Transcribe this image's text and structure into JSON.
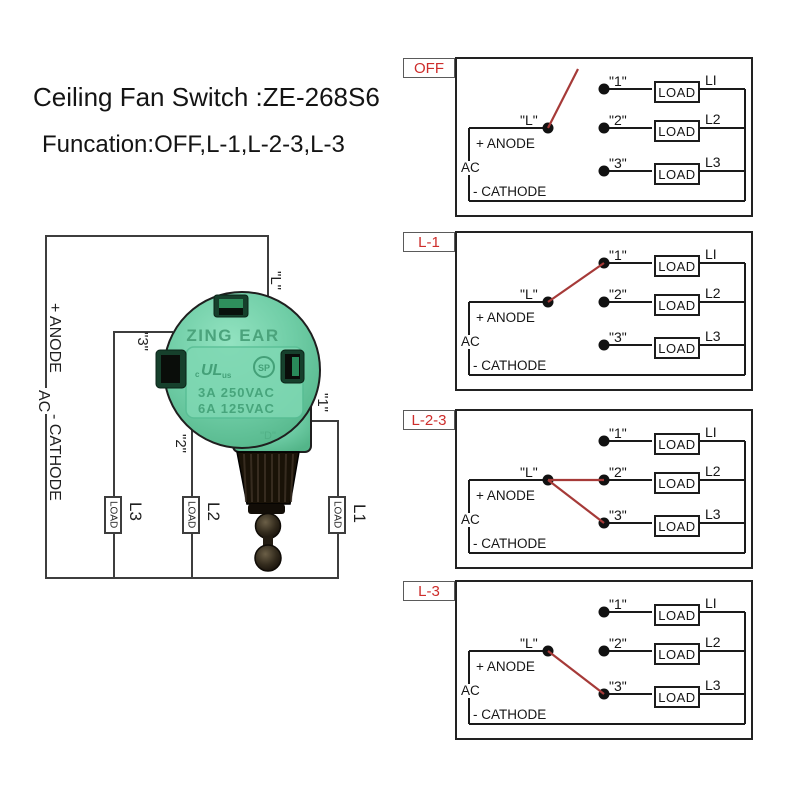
{
  "header": {
    "title": "Ceiling Fan Switch :ZE-268S6",
    "subtitle": "Funcation:OFF,L-1,L-2-3,L-3"
  },
  "colors": {
    "label_red": "#cd2d2b",
    "arm_red": "#a63a38",
    "panel_wire": "#1a1a1a",
    "diagram_wire": "#3d3d3d",
    "switch_body_green": "#6fcda6"
  },
  "panel_template": {
    "l_label": "\"L\"",
    "t1": "\"1\"",
    "t2": "\"2\"",
    "t3": "\"3\"",
    "anode": "+ ANODE",
    "ac": "AC",
    "cathode": "- CATHODE",
    "load": "LOAD",
    "out1": "LI",
    "out2": "L2",
    "out3": "L3"
  },
  "panels": [
    {
      "label": "OFF",
      "connections": []
    },
    {
      "label": "L-1",
      "connections": [
        "1"
      ]
    },
    {
      "label": "L-2-3",
      "connections": [
        "2",
        "3"
      ]
    },
    {
      "label": "L-3",
      "connections": [
        "3"
      ]
    }
  ],
  "left_diagram": {
    "terminals": {
      "l": "\"L\"",
      "t1": "\"1\"",
      "t2": "\"2\"",
      "t3": "\"3\""
    },
    "source": {
      "anode": "+ ANODE",
      "ac": "AC",
      "cathode": "- CATHODE"
    },
    "load_box": "LOAD",
    "loads": [
      "L3",
      "L2",
      "L1"
    ]
  },
  "switch_graphic": {
    "brand": "ZING EAR",
    "ul_left": "c",
    "ul_mark": "UL",
    "ul_right": "us",
    "csa_mark": "SP",
    "rating1": "3A 250VAC",
    "rating2": "6A 125VAC",
    "stamp": "\"D\""
  }
}
